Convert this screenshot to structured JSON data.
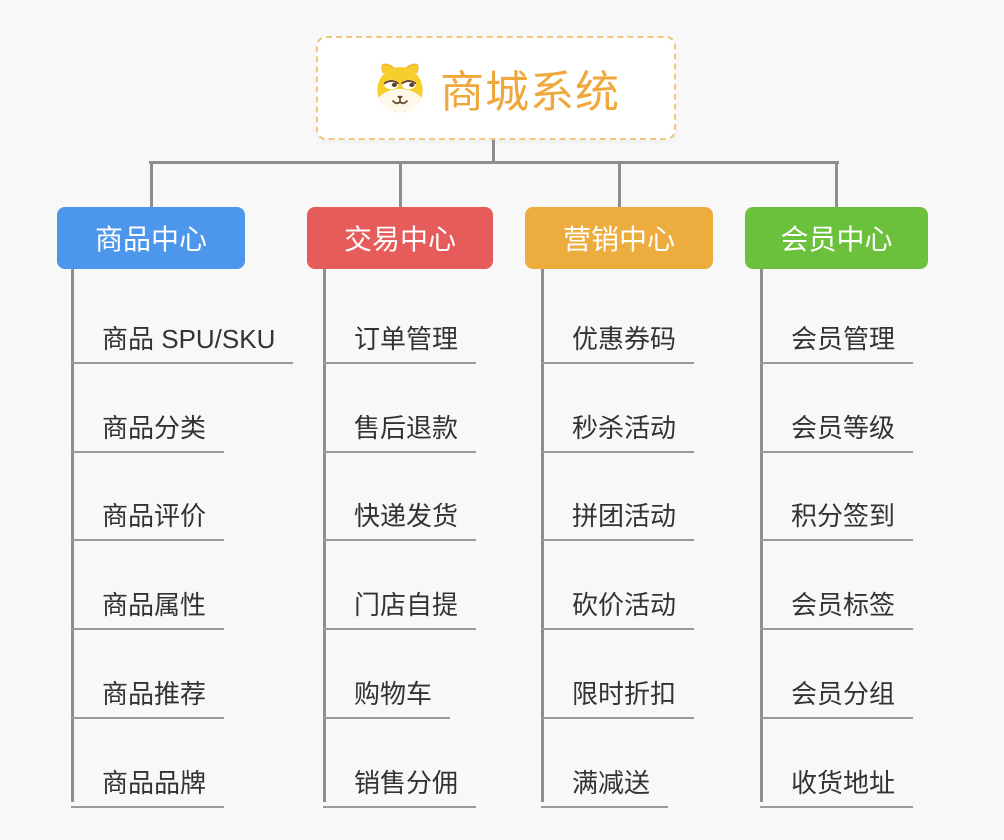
{
  "page": {
    "background_color": "#F8F8F8",
    "connector_color": "#8E8E8E",
    "underline_color": "#9A9A9A",
    "item_text_color": "#333333"
  },
  "root": {
    "title": "商城系统",
    "icon": "dog-face-icon",
    "text_color": "#F0A73B",
    "border_color": "#F0C87E"
  },
  "branches": [
    {
      "label": "商品中心",
      "color": "#4C96EC",
      "items": [
        "商品 SPU/SKU",
        "商品分类",
        "商品评价",
        "商品属性",
        "商品推荐",
        "商品品牌"
      ]
    },
    {
      "label": "交易中心",
      "color": "#E65C5A",
      "items": [
        "订单管理",
        "售后退款",
        "快递发货",
        "门店自提",
        "购物车",
        "销售分佣"
      ]
    },
    {
      "label": "营销中心",
      "color": "#ECAD3E",
      "items": [
        "优惠券码",
        "秒杀活动",
        "拼团活动",
        "砍价活动",
        "限时折扣",
        "满减送"
      ]
    },
    {
      "label": "会员中心",
      "color": "#6CC13C",
      "items": [
        "会员管理",
        "会员等级",
        "积分签到",
        "会员标签",
        "会员分组",
        "收货地址"
      ]
    }
  ]
}
